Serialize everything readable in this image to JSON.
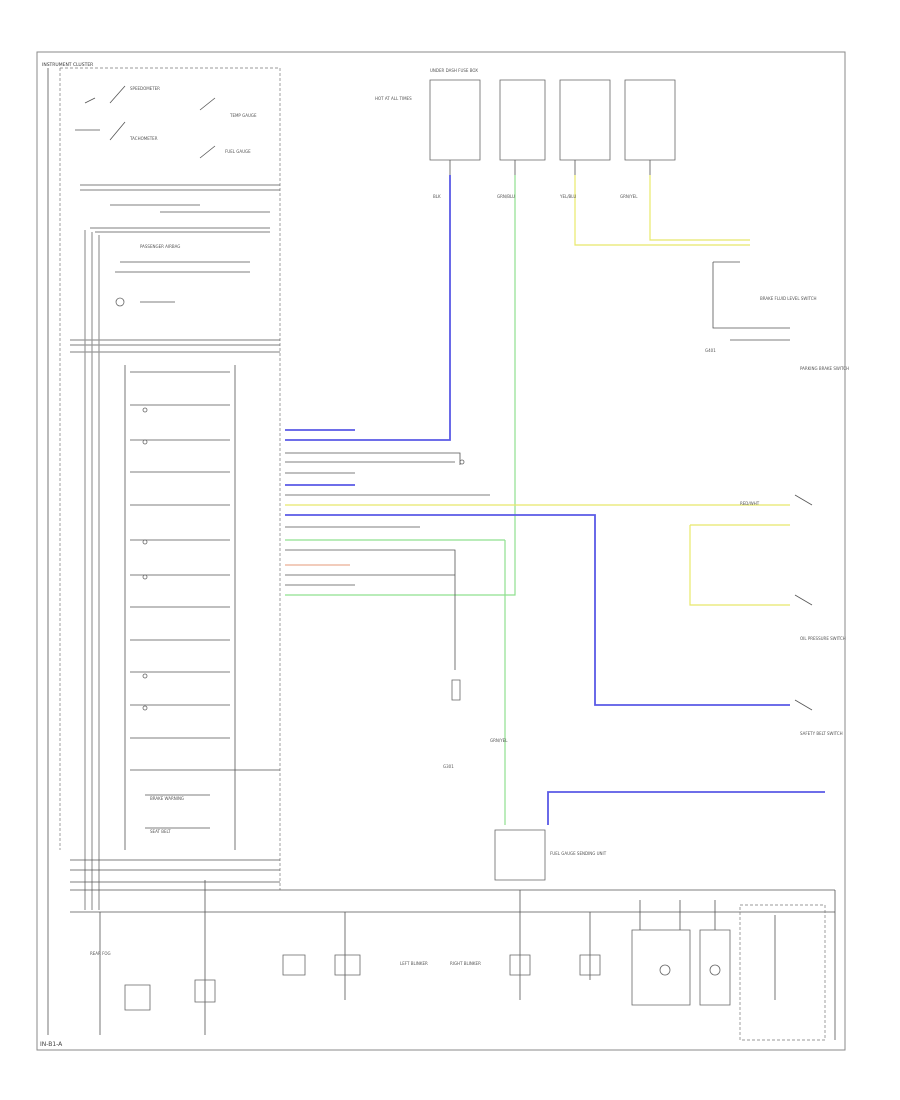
{
  "diagram": {
    "cluster_title": "INSTRUMENT CLUSTER",
    "footer_code": "IN-B1-A",
    "labels": {
      "speedometer": "SPEEDOMETER",
      "tachometer": "TACHOMETER",
      "temp_gauge": "TEMP GAUGE",
      "fuel_gauge": "FUEL GAUGE",
      "passenger_airbag": "PASSENGER AIRBAG",
      "brake_warning": "BRAKE WARNING",
      "seat_belt": "SEAT BELT",
      "left_blinker": "LEFT BLINKER",
      "right_blinker": "RIGHT BLINKER",
      "hot_fuse_box": "HOT AT ALL TIMES",
      "fuse_box_top": "UNDER DASH FUSE BOX",
      "rear_fog": "REAR FOG",
      "blk": "BLK",
      "grn_blu": "GRN/BLU",
      "yel_blu": "YEL/BLU",
      "grn_yel": "GRN/YEL",
      "red_wht": "RED/WHT",
      "brake_fluid_switch": "BRAKE FLUID LEVEL SWITCH",
      "parking_brake_switch": "PARKING BRAKE SWITCH",
      "oil_pressure_switch": "OIL PRESSURE SWITCH",
      "seat_belt_switch": "SAFETY BELT SWITCH",
      "fuel_gauge_sender": "FUEL GAUGE SENDING UNIT",
      "g401": "G401",
      "g301": "G301"
    }
  }
}
